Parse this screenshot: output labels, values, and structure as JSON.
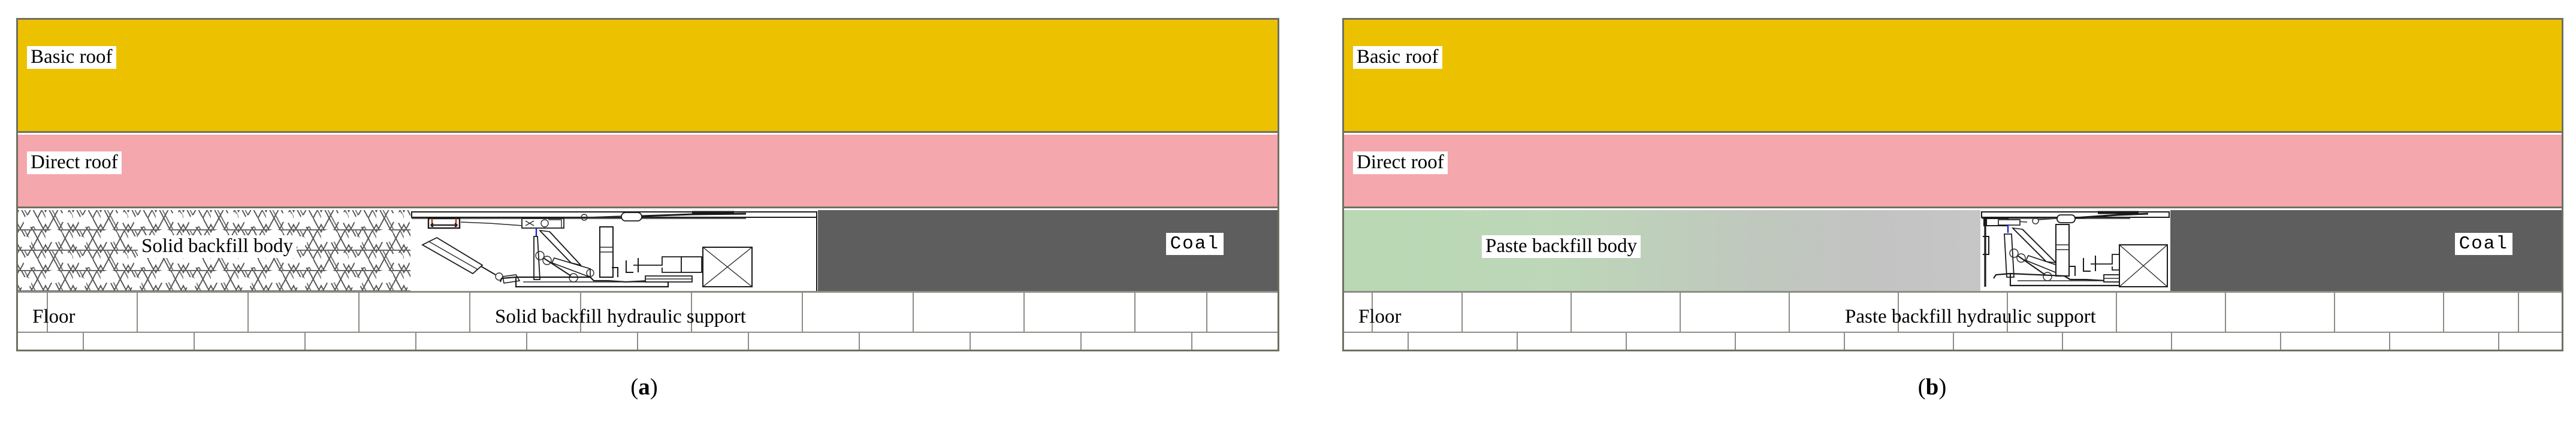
{
  "figure": {
    "panels": [
      {
        "id": "a",
        "caption_open": "(",
        "caption_letter": "a",
        "caption_close": ")",
        "layers": {
          "basic_roof": "Basic roof",
          "direct_roof": "Direct roof",
          "backfill_body": "Solid backfill body",
          "coal": "Coal",
          "floor": "Floor",
          "support": "Solid backfill hydraulic support"
        }
      },
      {
        "id": "b",
        "caption_open": "(",
        "caption_letter": "b",
        "caption_close": ")",
        "layers": {
          "basic_roof": "Basic roof",
          "direct_roof": "Direct roof",
          "backfill_body": "Paste backfill body",
          "coal": "Coal",
          "floor": "Floor",
          "support": "Paste backfill hydraulic support"
        }
      }
    ],
    "colors": {
      "basic_roof": "#ecc200",
      "direct_roof": "#f4a7ac",
      "coal": "#5e5e5e",
      "paste_backfill_start": "#b9d8b3",
      "paste_backfill_end": "#c6c6c6",
      "outline": "#6f6f63",
      "floor_line": "#8d8d86",
      "background": "#ffffff"
    }
  }
}
